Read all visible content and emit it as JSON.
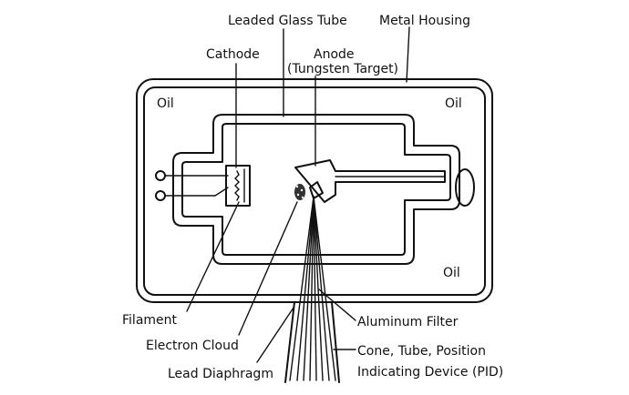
{
  "labels": {
    "leaded_glass_tube": "Leaded Glass Tube",
    "metal_housing": "Metal Housing",
    "cathode": "Cathode",
    "anode": "Anode",
    "tungsten_target": "(Tungsten Target)",
    "oil_top_left": "Oil",
    "oil_top_right": "Oil",
    "oil_bottom_right": "Oil",
    "filament": "Filament",
    "electron_cloud": "Electron Cloud",
    "lead_diaphragm": "Lead Diaphragm",
    "aluminum_filter": "Aluminum Filter",
    "cone_tube_pid_1": "Cone, Tube, Position",
    "cone_tube_pid_2": "Indicating Device (PID)"
  },
  "colors": {
    "line": "#111111",
    "background": "#ffffff"
  }
}
